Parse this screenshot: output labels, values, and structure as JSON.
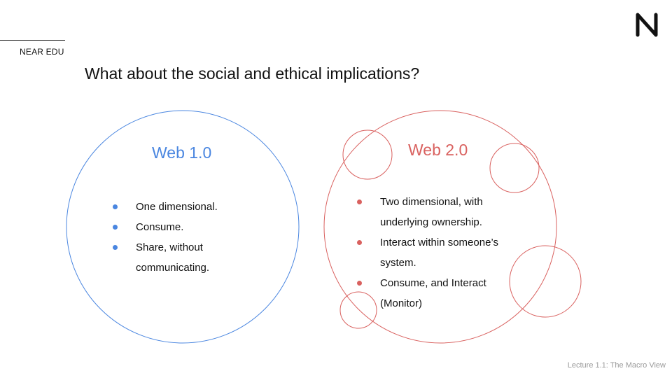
{
  "header": {
    "brand": "NEAR EDU",
    "logo_icon": "near-logo-icon"
  },
  "slide": {
    "title": "What about the social and ethical implications?"
  },
  "web1": {
    "heading": "Web 1.0",
    "color": "#4a86e0",
    "items": [
      {
        "lines": [
          "One dimensional."
        ]
      },
      {
        "lines": [
          "Consume."
        ]
      },
      {
        "lines": [
          "Share, without",
          "communicating."
        ]
      }
    ]
  },
  "web2": {
    "heading": "Web 2.0",
    "color": "#d9615f",
    "items": [
      {
        "lines": [
          "Two dimensional, with",
          "underlying ownership."
        ]
      },
      {
        "lines": [
          "Interact within someone’s",
          "system."
        ]
      },
      {
        "lines": [
          "Consume, and Interact",
          "(Monitor)"
        ]
      }
    ]
  },
  "footer": {
    "lecture": "Lecture 1.1: The Macro View"
  }
}
